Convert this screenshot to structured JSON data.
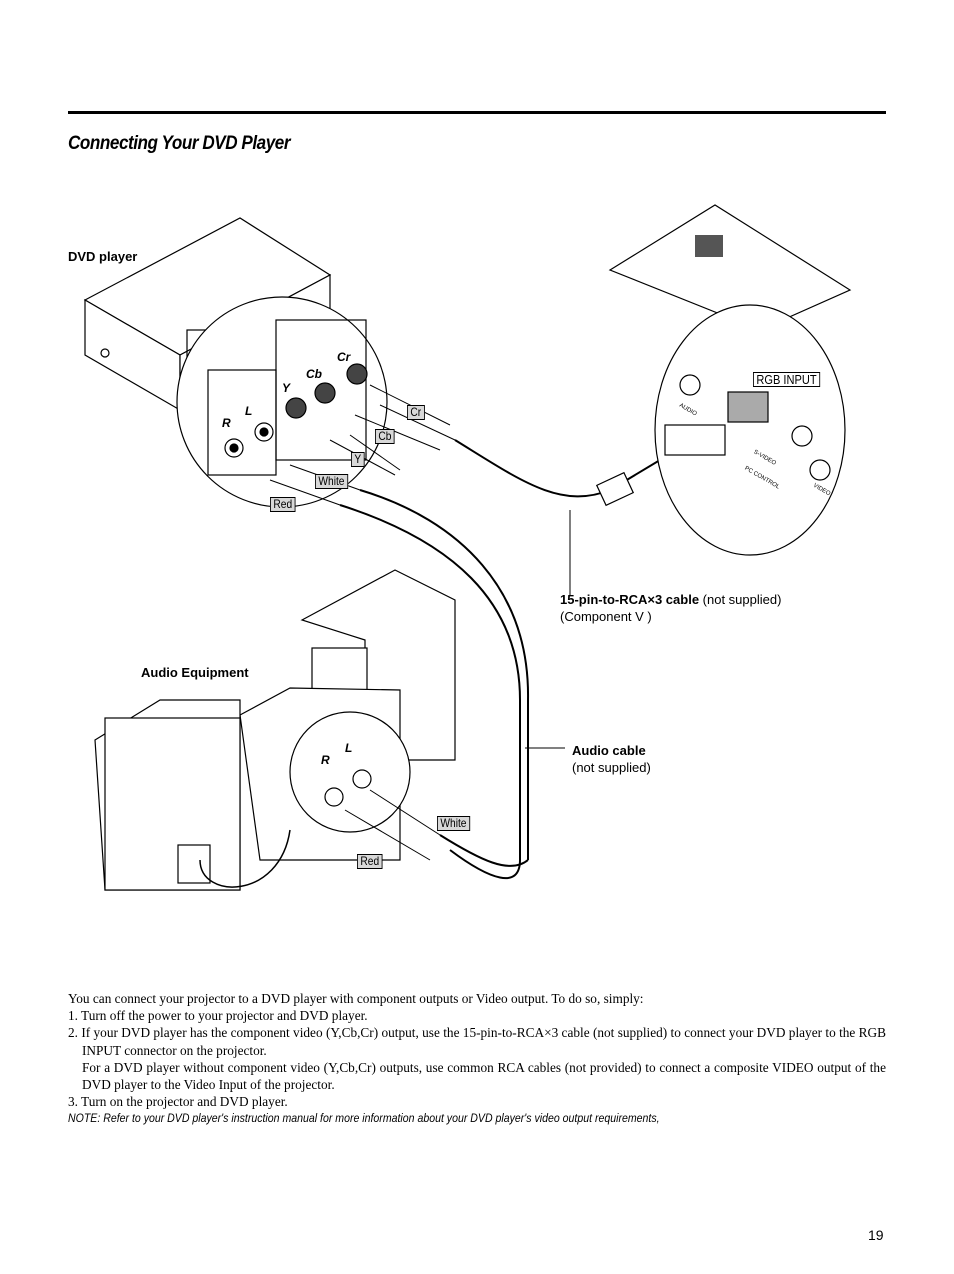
{
  "title": "Connecting Your DVD Player",
  "diagram": {
    "dvd_player": "DVD player",
    "audio_equipment": "Audio Equipment",
    "jacks": {
      "r": "R",
      "l": "L",
      "y": "Y",
      "cb": "Cb",
      "cr": "Cr"
    },
    "projector_labels": {
      "rgb_input": "RGB INPUT",
      "audio": "AUDIO",
      "s_video": "S-VIDEO",
      "pc_control": "PC CONTROL",
      "video": "VIDEO"
    },
    "tags": {
      "cr": "Cr",
      "cb": "Cb",
      "y": "Y",
      "white": "White",
      "red": "Red",
      "white2": "White",
      "red2": "Red"
    },
    "cable1_bold": "15-pin-to-RCA×3 cable",
    "cable1_rest": " (not supplied)",
    "cable1_line2": "(Component V )",
    "cable2_bold": "Audio cable",
    "cable2_line2": "(not supplied)"
  },
  "body": {
    "intro": "You can connect your projector to a DVD player with component outputs or Video output. To do so, simply:",
    "step1": "1.  Turn off the power to your projector and DVD player.",
    "step2a": "2.  If your DVD player has the component video (Y,Cb,Cr) output, use the 15-pin-to-RCA×3 cable (not supplied) to connect your DVD player to the RGB INPUT connector on the projector.",
    "step2b": "For a DVD player without component video (Y,Cb,Cr) outputs, use common RCA cables (not provided) to connect a composite VIDEO output of the DVD player to the Video Input of the projector.",
    "step3": "3.  Turn on the projector and DVD player.",
    "note": "NOTE: Refer to your DVD player's instruction manual for more information about your DVD player's video output requirements,"
  },
  "page_number": "19"
}
